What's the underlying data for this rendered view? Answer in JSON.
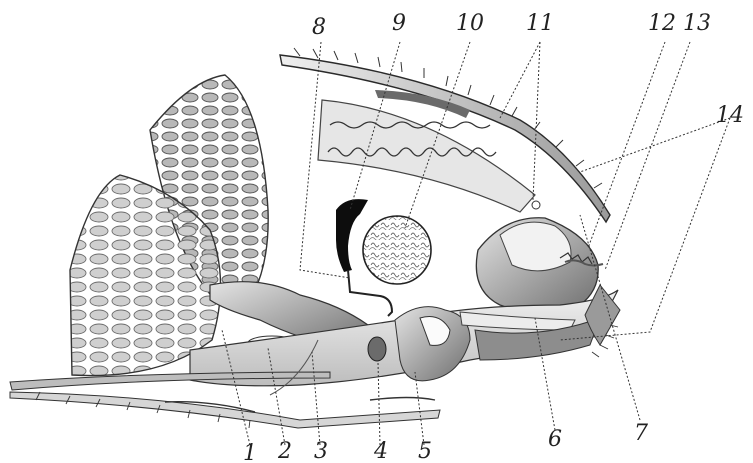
{
  "diagram": {
    "labels": {
      "l1": "1",
      "l2": "2",
      "l3": "3",
      "l4": "4",
      "l5": "5",
      "l6": "6",
      "l7": "7",
      "l8": "8",
      "l9": "9",
      "l10": "10",
      "l11": "11",
      "l12": "12",
      "l13": "13",
      "l14": "14"
    }
  },
  "colors": {
    "ink": "#222222",
    "shade_light": "#d9d9d9",
    "shade_mid": "#a8a8a8",
    "shade_dark": "#5a5a5a",
    "black": "#0d0d0d"
  }
}
